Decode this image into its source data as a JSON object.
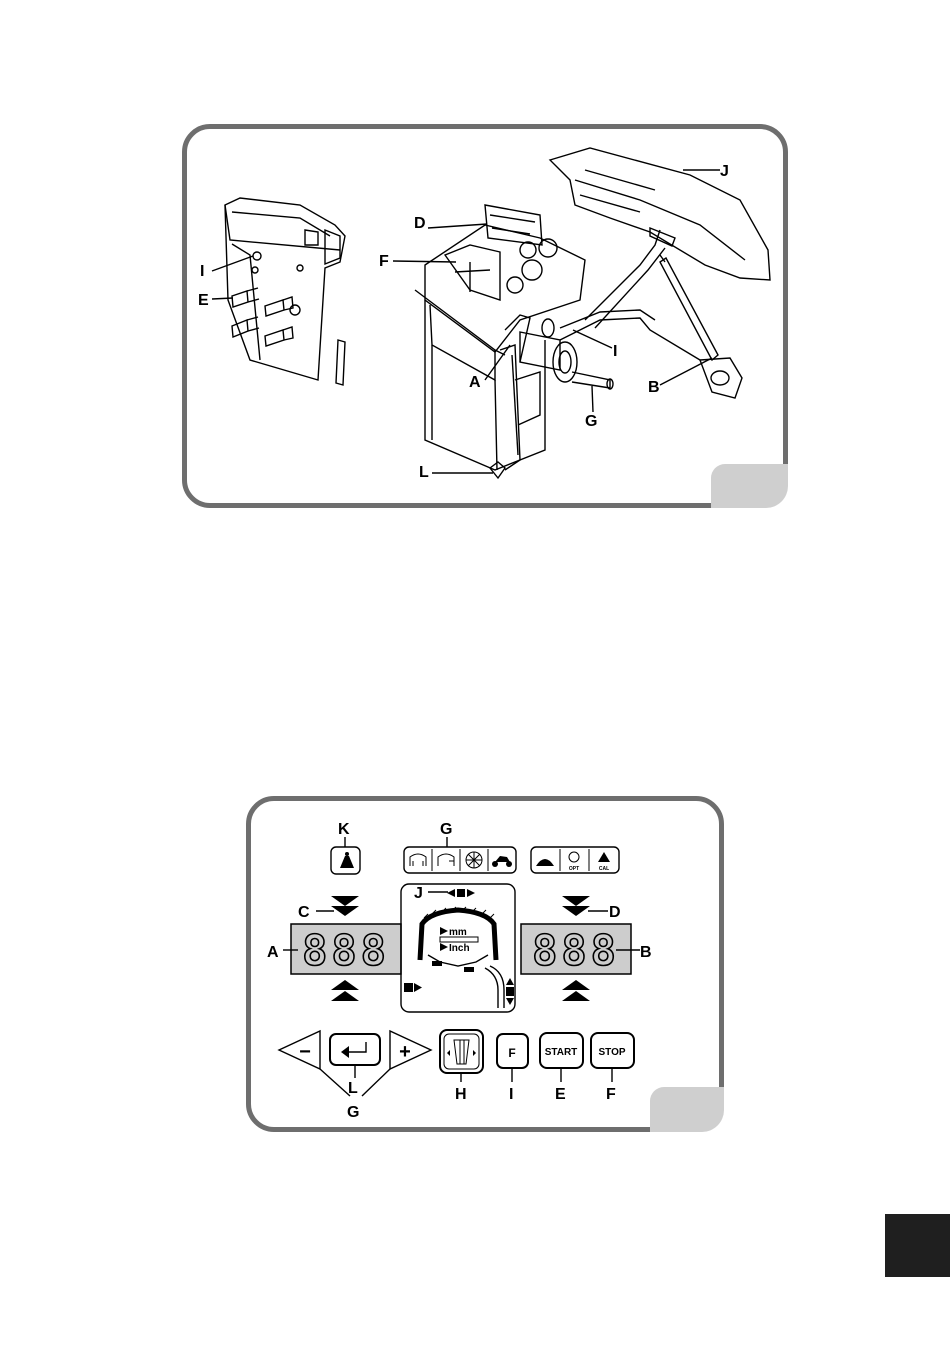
{
  "figure1": {
    "labels": {
      "D": "D",
      "F": "F",
      "J": "J",
      "I_left": "I",
      "E": "E",
      "I_right": "I",
      "A": "A",
      "B": "B",
      "G": "G",
      "L": "L"
    }
  },
  "figure2": {
    "labels": {
      "K": "K",
      "G_top": "G",
      "C": "C",
      "D": "D",
      "A": "A",
      "B": "B",
      "J": "J",
      "L": "L",
      "G_bottom": "G",
      "H": "H",
      "I": "I",
      "E": "E",
      "F": "F"
    },
    "display_left": "888",
    "display_right": "888",
    "units": {
      "mm": "mm",
      "inch": "Inch"
    },
    "buttons": {
      "minus": "−",
      "plus": "+",
      "f": "F",
      "start": "START",
      "stop": "STOP"
    },
    "icon_captions": {
      "opt": "OPT",
      "cal": "CAL"
    }
  }
}
